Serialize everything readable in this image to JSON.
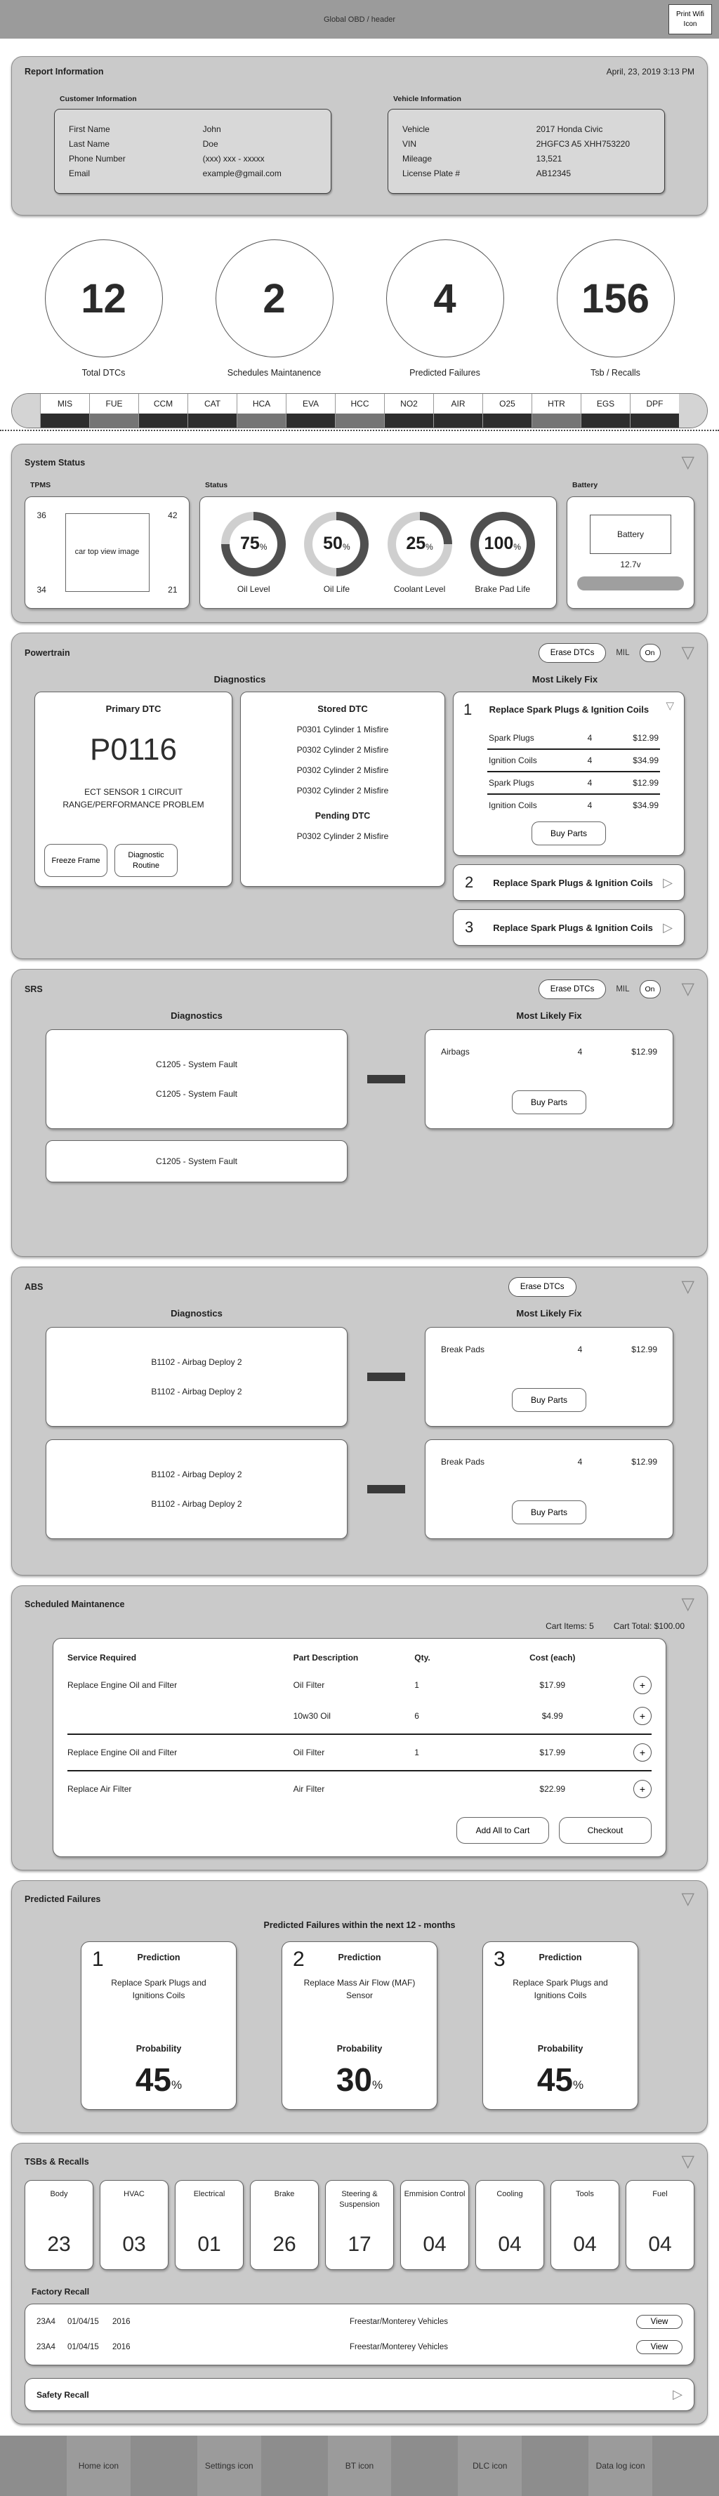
{
  "ui": {
    "percent_sign": "%"
  },
  "icons": {
    "collapse": "▽",
    "chevron": "▷",
    "plus": "+"
  },
  "colors": {
    "header_bar": "#9b9b9b",
    "panel_bg": "#cacaca",
    "tab_dark": "#2d2d2d",
    "tab_gray": "#757575",
    "connector": "#3a3a3a"
  },
  "header": {
    "title": "Global OBD / header",
    "print_label": "Print Wifi Icon"
  },
  "report_info": {
    "title": "Report Information",
    "datetime": "April, 23, 2019  3:13 PM",
    "customer": {
      "label": "Customer Information",
      "rows": [
        {
          "label": "First Name",
          "value": "John"
        },
        {
          "label": "Last Name",
          "value": "Doe"
        },
        {
          "label": "Phone Number",
          "value": "(xxx) xxx - xxxxx"
        },
        {
          "label": "Email",
          "value": "example@gmail.com"
        }
      ]
    },
    "vehicle": {
      "label": "Vehicle Information",
      "rows": [
        {
          "label": "Vehicle",
          "value": "2017 Honda Civic"
        },
        {
          "label": "VIN",
          "value": "2HGFC3 A5 XHH753220"
        },
        {
          "label": "Mileage",
          "value": "13,521"
        },
        {
          "label": "License Plate #",
          "value": "AB12345"
        }
      ]
    }
  },
  "summary": [
    {
      "value": "12",
      "label": "Total DTCs"
    },
    {
      "value": "2",
      "label": "Schedules Maintanence"
    },
    {
      "value": "4",
      "label": "Predicted Failures"
    },
    {
      "value": "156",
      "label": "Tsb / Recalls"
    }
  ],
  "tabs": [
    {
      "label": "MIS",
      "tone": "dark"
    },
    {
      "label": "FUE",
      "tone": "gray"
    },
    {
      "label": "CCM",
      "tone": "dark"
    },
    {
      "label": "CAT",
      "tone": "dark"
    },
    {
      "label": "HCA",
      "tone": "gray"
    },
    {
      "label": "EVA",
      "tone": "dark"
    },
    {
      "label": "HCC",
      "tone": "gray"
    },
    {
      "label": "NO2",
      "tone": "dark"
    },
    {
      "label": "AIR",
      "tone": "dark"
    },
    {
      "label": "O25",
      "tone": "dark"
    },
    {
      "label": "HTR",
      "tone": "gray"
    },
    {
      "label": "EGS",
      "tone": "dark"
    },
    {
      "label": "DPF",
      "tone": "dark"
    }
  ],
  "system_status": {
    "title": "System Status",
    "tpms": {
      "label": "TPMS",
      "top_left": "36",
      "top_right": "42",
      "bottom_left": "34",
      "bottom_right": "21",
      "image_placeholder": "car top view image"
    },
    "status": {
      "label": "Status",
      "gauges": [
        {
          "pct": "75",
          "label": "Oil Level"
        },
        {
          "pct": "50",
          "label": "Oil Life"
        },
        {
          "pct": "25",
          "label": "Coolant Level"
        },
        {
          "pct": "100",
          "label": "Brake Pad Life"
        }
      ]
    },
    "battery": {
      "label": "Battery",
      "box_label": "Battery",
      "voltage": "12.7v"
    }
  },
  "powertrain": {
    "title": "Powertrain",
    "erase_button": "Erase DTCs",
    "mil_label": "MIL",
    "mil_state": "On",
    "diagnostics_header": "Diagnostics",
    "fix_header": "Most Likely Fix",
    "primary": {
      "title": "Primary DTC",
      "code": "P0116",
      "description": "ECT SENSOR 1 CIRCUIT RANGE/PERFORMANCE PROBLEM",
      "freeze_frame_button": "Freeze Frame",
      "diagnostic_routine_button": "Diagnostic Routine"
    },
    "stored": {
      "title": "Stored DTC",
      "codes": [
        "P0301 Cylinder 1 Misfire",
        "P0302 Cylinder 2 Misfire",
        "P0302 Cylinder 2 Misfire",
        "P0302 Cylinder 2 Misfire"
      ],
      "pending_title": "Pending DTC",
      "pending_codes": [
        "P0302 Cylinder 2 Misfire"
      ]
    },
    "fix1": {
      "num": "1",
      "title": "Replace Spark Plugs & Ignition Coils",
      "parts": [
        {
          "name": "Spark Plugs",
          "qty": "4",
          "price": "$12.99"
        },
        {
          "name": "Ignition Coils",
          "qty": "4",
          "price": "$34.99"
        },
        {
          "name": "Spark Plugs",
          "qty": "4",
          "price": "$12.99"
        },
        {
          "name": "Ignition Coils",
          "qty": "4",
          "price": "$34.99"
        }
      ],
      "buy_button": "Buy Parts"
    },
    "fix2": {
      "num": "2",
      "title": "Replace Spark Plugs & Ignition Coils"
    },
    "fix3": {
      "num": "3",
      "title": "Replace Spark Plugs & Ignition Coils"
    }
  },
  "srs": {
    "title": "SRS",
    "erase_button": "Erase DTCs",
    "mil_label": "MIL",
    "mil_state": "On",
    "diagnostics_header": "Diagnostics",
    "fix_header": "Most Likely Fix",
    "faults_primary": [
      "C1205 - System Fault",
      "C1205 - System Fault"
    ],
    "faults_secondary": [
      "C1205 - System Fault"
    ],
    "fix": {
      "part": {
        "name": "Airbags",
        "qty": "4",
        "price": "$12.99"
      },
      "buy_button": "Buy Parts"
    }
  },
  "abs": {
    "title": "ABS",
    "erase_button": "Erase DTCs",
    "diagnostics_header": "Diagnostics",
    "fix_header": "Most Likely Fix",
    "rows": [
      {
        "faults": [
          "B1102 - Airbag Deploy 2",
          "B1102 - Airbag Deploy 2"
        ],
        "fix": {
          "name": "Break Pads",
          "qty": "4",
          "price": "$12.99"
        },
        "buy_button": "Buy Parts"
      },
      {
        "faults": [
          "B1102 - Airbag Deploy 2",
          "B1102 - Airbag Deploy 2"
        ],
        "fix": {
          "name": "Break Pads",
          "qty": "4",
          "price": "$12.99"
        },
        "buy_button": "Buy Parts"
      }
    ]
  },
  "scheduled_maintenance": {
    "title": "Scheduled Maintanence",
    "cart_items": "Cart Items: 5",
    "cart_total": "Cart Total:  $100.00",
    "columns": [
      "Service Required",
      "Part Description",
      "Qty.",
      "Cost (each)"
    ],
    "rows": [
      {
        "service": "Replace Engine Oil and Filter",
        "part": "Oil Filter",
        "qty": "1",
        "cost": "$17.99"
      },
      {
        "service": "",
        "part": "10w30 Oil",
        "qty": "6",
        "cost": "$4.99"
      },
      {
        "service": "Replace Engine Oil and Filter",
        "part": "Oil Filter",
        "qty": "1",
        "cost": "$17.99"
      },
      {
        "service": "Replace Air Filter",
        "part": "Air Filter",
        "qty": "",
        "cost": "$22.99"
      }
    ],
    "add_all_button": "Add All to Cart",
    "checkout_button": "Checkout"
  },
  "predicted_failures": {
    "title": "Predicted Failures",
    "subtitle": "Predicted Failures within the next 12 - months",
    "cards": [
      {
        "num": "1",
        "prediction_label": "Prediction",
        "description": "Replace Spark Plugs and Ignitions Coils",
        "probability_label": "Probability",
        "value": "45"
      },
      {
        "num": "2",
        "prediction_label": "Prediction",
        "description": "Replace Mass Air Flow (MAF) Sensor",
        "probability_label": "Probability",
        "value": "30"
      },
      {
        "num": "3",
        "prediction_label": "Prediction",
        "description": "Replace Spark Plugs and Ignitions Coils",
        "probability_label": "Probability",
        "value": "45"
      }
    ]
  },
  "tsbs": {
    "title": "TSBs & Recalls",
    "categories": [
      {
        "label": "Body",
        "count": "23"
      },
      {
        "label": "HVAC",
        "count": "03"
      },
      {
        "label": "Electrical",
        "count": "01"
      },
      {
        "label": "Brake",
        "count": "26"
      },
      {
        "label": "Steering & Suspension",
        "count": "17"
      },
      {
        "label": "Emmision Control",
        "count": "04"
      },
      {
        "label": "Cooling",
        "count": "04"
      },
      {
        "label": "Tools",
        "count": "04"
      },
      {
        "label": "Fuel",
        "count": "04"
      }
    ],
    "factory_recall_label": "Factory Recall",
    "recalls": [
      {
        "code": "23A4",
        "date": "01/04/15",
        "year": "2016",
        "description": "Freestar/Monterey Vehicles",
        "view_button": "View"
      },
      {
        "code": "23A4",
        "date": "01/04/15",
        "year": "2016",
        "description": "Freestar/Monterey Vehicles",
        "view_button": "View"
      }
    ],
    "safety_recall_label": "Safety Recall"
  },
  "footer": {
    "items": [
      "Home icon",
      "Settings icon",
      "BT icon",
      "DLC icon",
      "Data log icon"
    ]
  }
}
